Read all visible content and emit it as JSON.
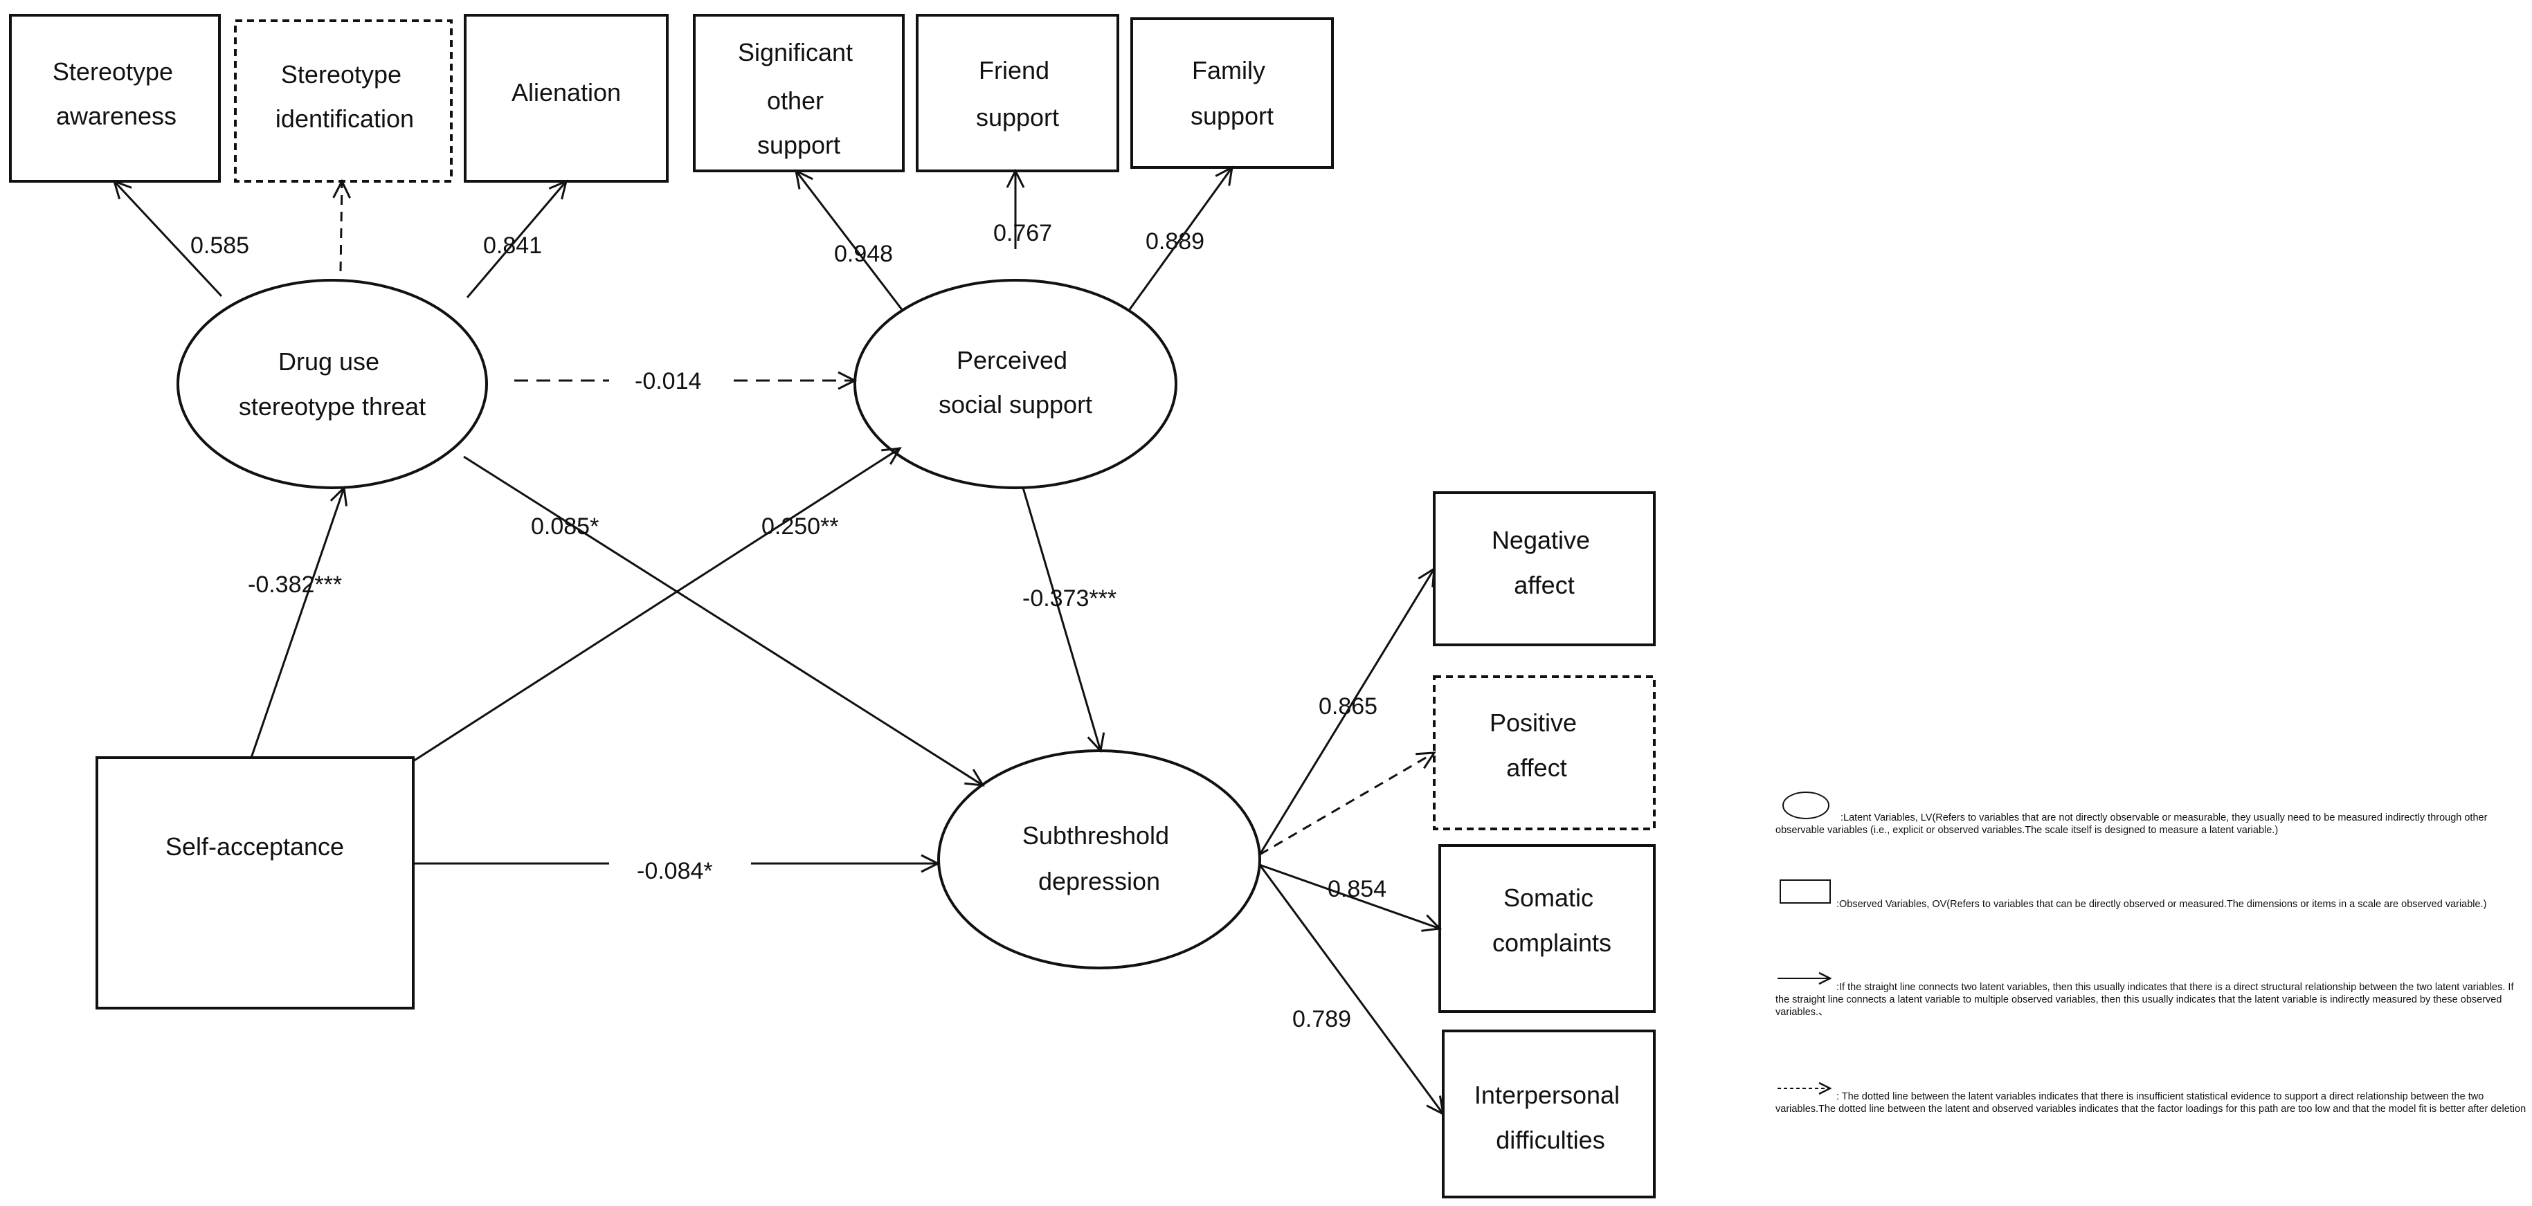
{
  "nodes": {
    "stereotype_awareness": [
      "Stereotype",
      "awareness"
    ],
    "stereotype_identification": [
      "Stereotype",
      "identification"
    ],
    "alienation": [
      "Alienation"
    ],
    "significant_other_support": [
      "Significant",
      "other",
      "support"
    ],
    "friend_support": [
      "Friend",
      "support"
    ],
    "family_support": [
      "Family",
      "support"
    ],
    "drug_use_stereotype_threat": [
      "Drug use",
      "stereotype threat"
    ],
    "perceived_social_support": [
      "Perceived",
      "social support"
    ],
    "self_acceptance": [
      "Self-acceptance"
    ],
    "subthreshold_depression": [
      "Subthreshold",
      "depression"
    ],
    "negative_affect": [
      "Negative",
      "affect"
    ],
    "positive_affect": [
      "Positive",
      "affect"
    ],
    "somatic_complaints": [
      "Somatic",
      "complaints"
    ],
    "interpersonal_difficulties": [
      "Interpersonal",
      "difficulties"
    ]
  },
  "coefficients": {
    "awareness_loading": "0.585",
    "alienation_loading": "0.841",
    "significant_other_loading": "0.948",
    "friend_loading": "0.767",
    "family_loading": "0.889",
    "threat_to_support": "-0.014",
    "threat_to_depression": "0.085*",
    "acceptance_to_support": "0.250**",
    "acceptance_to_threat": "-0.382***",
    "support_to_depression": "-0.373***",
    "acceptance_to_depression": "-0.084*",
    "negative_affect_loading": "0.865",
    "somatic_loading": "0.854",
    "interpersonal_loading": "0.789"
  },
  "legend": {
    "latent": ":Latent Variables,  LV(Refers to variables that are not directly observable or measurable, they usually need to be measured indirectly through other observable variables (i.e., explicit or observed variables.The scale itself is designed to measure a latent variable.)",
    "observed": ":Observed Variables,  OV(Refers to variables that can be directly observed or measured.The dimensions or items in a scale are observed variable.)",
    "solid_line": ":If the straight line connects two latent variables, then this usually indicates that there is a direct structural relationship between the two latent variables. If the straight line connects a latent variable to multiple observed variables, then this usually indicates that the latent variable is indirectly measured by these observed variables.、",
    "dashed_line": ": The dotted line between the latent variables indicates that there is insufficient statistical evidence to support a direct relationship between the two variables.The dotted line between the latent and observed variables indicates that the factor loadings for this path are too low and that the model fit is better after deletion"
  }
}
